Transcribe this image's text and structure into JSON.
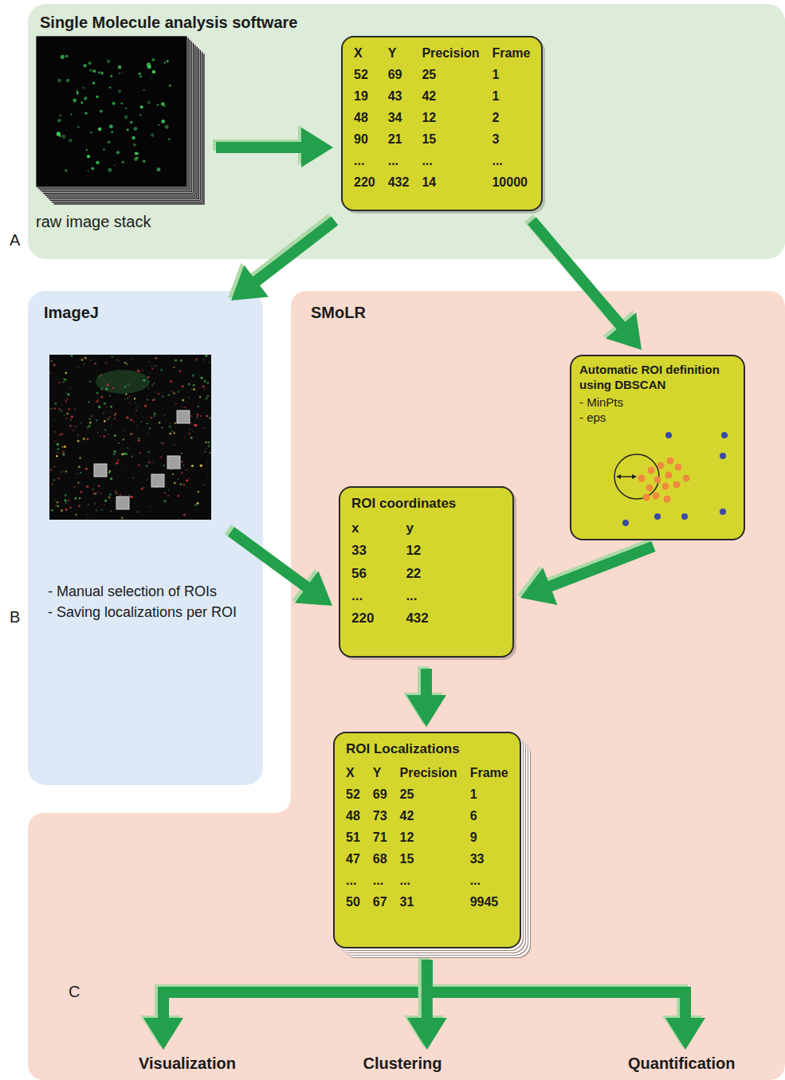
{
  "diagram": {
    "nodes": [
      {
        "text": [
          "Single Molecule analysis software"
        ]
      },
      {
        "text": [
          "raw image stack"
        ],
        "in": 0
      },
      {
        "text": [
          "X",
          "Y",
          "Precision",
          "Frame",
          "52",
          "69",
          "25",
          "1",
          "19",
          "43",
          "42",
          "1",
          "48",
          "34",
          "12",
          "2",
          "90",
          "21",
          "15",
          "3",
          "...",
          "...",
          "...",
          "...",
          "220",
          "432",
          "14",
          "10000"
        ],
        "in": 0
      },
      {
        "text": [
          "ImageJ",
          "- Manual selection of ROIs",
          "- Saving localizations per ROI"
        ]
      },
      {
        "text": [
          "SMoLR"
        ]
      },
      {
        "text": [
          "Automatic ROI definition using DBSCAN",
          "- MinPts",
          "- eps"
        ],
        "in": 4
      },
      {
        "text": [
          "ROI coordinates",
          "x",
          "y",
          "33",
          "12",
          "56",
          "22",
          "...",
          "...",
          "220",
          "432"
        ],
        "in": 4
      },
      {
        "text": [
          "ROI Localizations",
          "X",
          "Y",
          "Precision",
          "Frame",
          "52",
          "69",
          "25",
          "1",
          "48",
          "73",
          "42",
          "6",
          "51",
          "71",
          "12",
          "9",
          "47",
          "68",
          "15",
          "33",
          "...",
          "...",
          "...",
          "...",
          "50",
          "67",
          "31",
          "9945"
        ],
        "in": 4
      },
      {
        "text": [
          "Visualization"
        ],
        "in": 4
      },
      {
        "text": [
          "Clustering"
        ],
        "in": 4
      },
      {
        "text": [
          "Quantification"
        ],
        "in": 4
      }
    ],
    "edges": [
      {
        "from": 1,
        "to": 2,
        "arrow": "to"
      },
      {
        "from": 2,
        "to": 3,
        "arrow": "to"
      },
      {
        "from": 2,
        "to": 5,
        "arrow": "to"
      },
      {
        "from": 3,
        "to": 6,
        "arrow": "to"
      },
      {
        "from": 5,
        "to": 6,
        "arrow": "to"
      },
      {
        "from": 6,
        "to": 7,
        "arrow": "to"
      },
      {
        "from": 7,
        "to": 8,
        "arrow": "to"
      },
      {
        "from": 7,
        "to": 9,
        "arrow": "to"
      },
      {
        "from": 7,
        "to": 10,
        "arrow": "to"
      }
    ],
    "labels": [
      "A",
      "B",
      "C"
    ]
  }
}
